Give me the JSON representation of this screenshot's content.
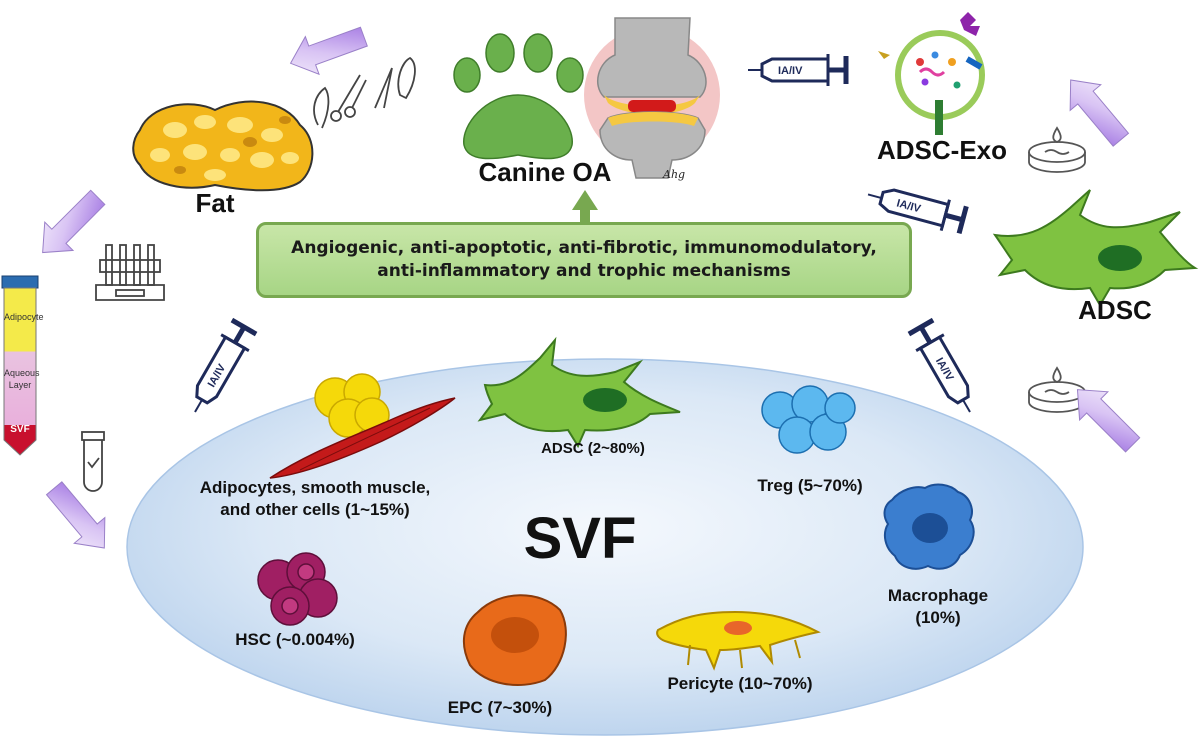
{
  "center": {
    "title": "SVF"
  },
  "mechanisms": {
    "line1": "Angiogenic, anti-apoptotic, anti-fibrotic, immunomodulatory,",
    "line2": "anti-inflammatory and trophic mechanisms"
  },
  "labels": {
    "canine_oa": "Canine OA",
    "fat": "Fat",
    "adsc_exo": "ADSC-Exo",
    "adsc": "ADSC",
    "signature": "Ahg"
  },
  "tube": {
    "adipocyte": "Adipocyte",
    "aqueous_line1": "Aqueous",
    "aqueous_line2": "Layer",
    "svf": "SVF"
  },
  "syringe_label": "IA/IV",
  "cells": {
    "adipocytes_line1": "Adipocytes, smooth muscle,",
    "adipocytes_line2": "and other cells (1~15%)",
    "adsc": "ADSC (2~80%)",
    "treg": "Treg (5~70%)",
    "macrophage_line1": "Macrophage",
    "macrophage_line2": "(10%)",
    "hsc": "HSC (~0.004%)",
    "epc": "EPC (7~30%)",
    "pericyte": "Pericyte (10~70%)"
  },
  "colors": {
    "mechanism_box": "#a7d585",
    "cell_green": "#7fc241",
    "ellipse": "#cfe2f4",
    "arrow_purple": "#c7a5ea",
    "syringe_navy": "#1e2a5a"
  },
  "icons": [
    "paw-icon",
    "knee-joint-icon",
    "exosome-icon",
    "syringe-icon",
    "petri-dish-icon",
    "surgical-tools-icon",
    "lab-rack-icon",
    "small-tube-icon"
  ]
}
